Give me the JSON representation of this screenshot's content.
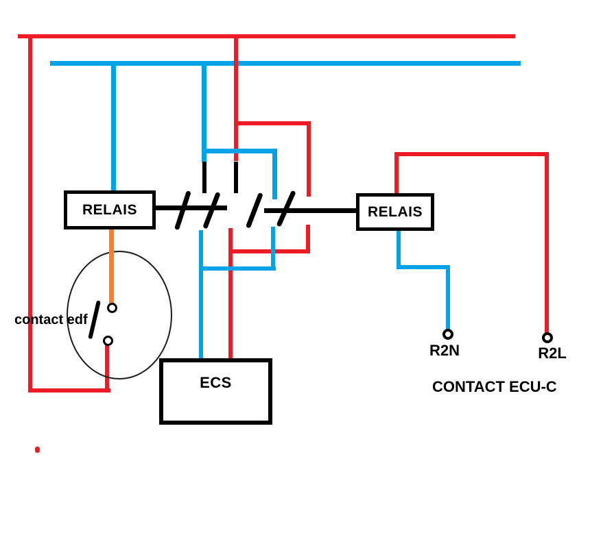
{
  "diagram": {
    "relais_left_label": "RELAIS",
    "relais_right_label": "RELAIS",
    "ecs_label": "ECS",
    "contact_edf_label": "contact edf",
    "r2n_label": "R2N",
    "r2l_label": "R2L",
    "contact_ecu_label": "CONTACT ECU-C"
  },
  "colors": {
    "wire_live_red": "#ED1C24",
    "wire_neutral_blue": "#00A2E8",
    "wire_coil_orange": "#FF7F27",
    "wire_black": "#000000"
  }
}
